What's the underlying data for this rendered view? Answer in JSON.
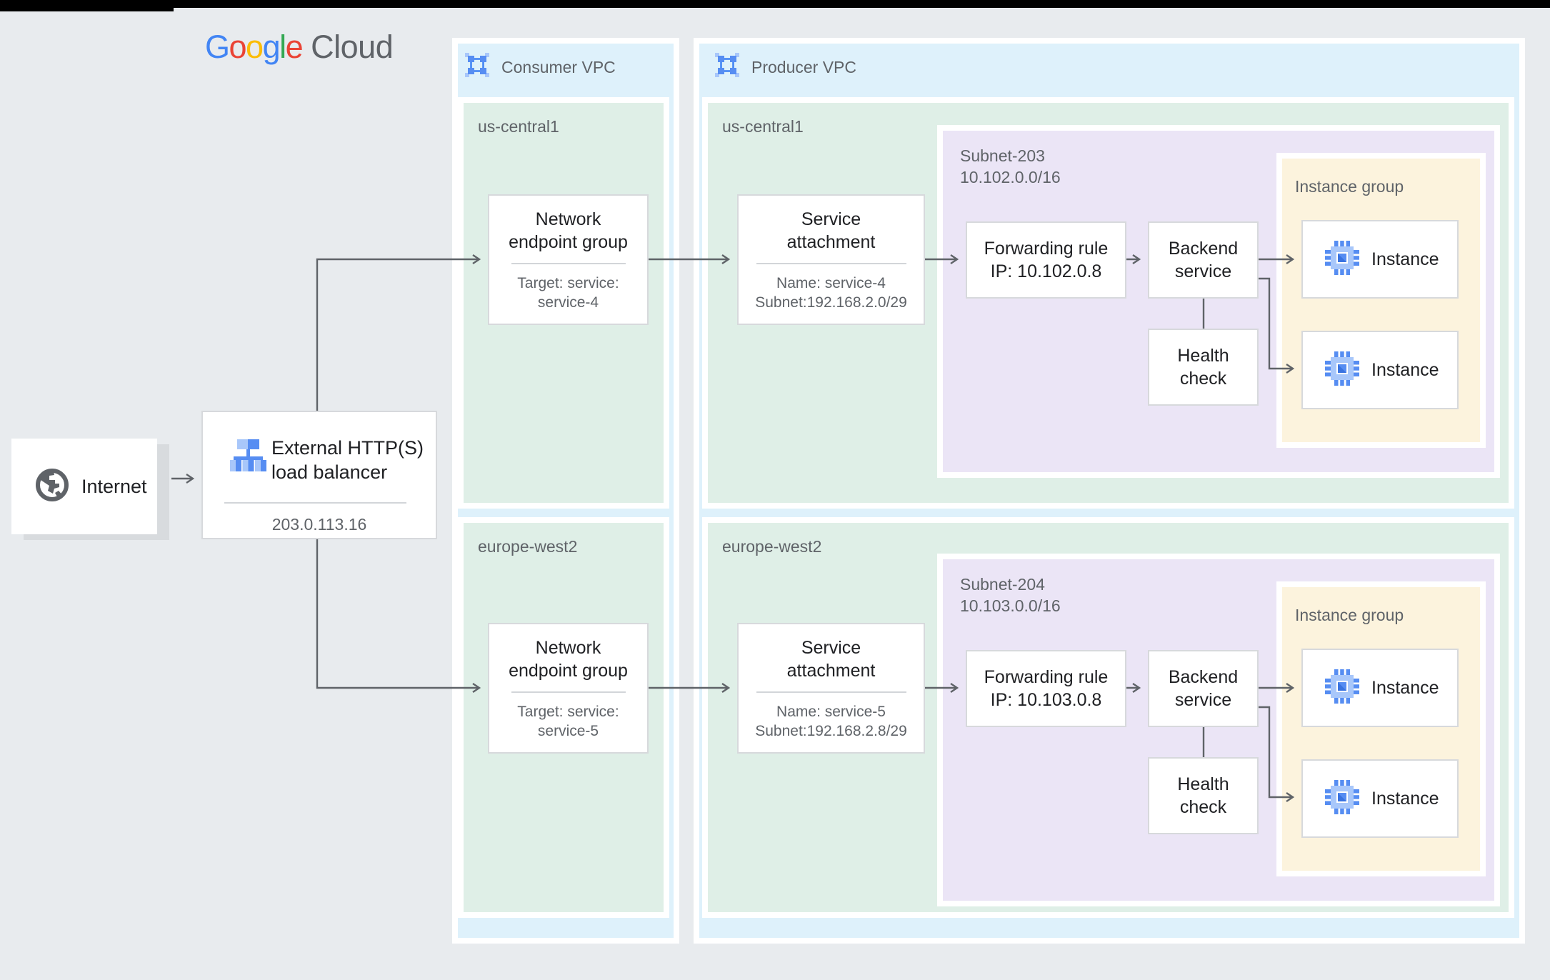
{
  "colors": {
    "background": "#e8ebee",
    "top_bar": "#000000",
    "vpc_fill": "#def1fb",
    "region_fill": "#dfefe7",
    "subnet_fill": "#ebe5f6",
    "instance_group_fill": "#fcf3dd",
    "card_border": "#d7d9dc",
    "connector": "#5f6368",
    "title_text": "#202124",
    "secondary_text": "#5f6368",
    "google_blue": "#4285f4",
    "google_red": "#ea4335",
    "google_yellow": "#fbbc05",
    "google_green": "#34a853",
    "icon_blue_light": "#a8c7fa",
    "icon_blue_medium": "#568df2"
  },
  "logo": {
    "letters": [
      {
        "ch": "G",
        "style": "color:#4285f4"
      },
      {
        "ch": "o",
        "style": "color:#ea4335"
      },
      {
        "ch": "o",
        "style": "color:#fbbc05"
      },
      {
        "ch": "g",
        "style": "color:#4285f4"
      },
      {
        "ch": "l",
        "style": "color:#34a853"
      },
      {
        "ch": "e",
        "style": "color:#ea4335"
      }
    ],
    "cloud": "Cloud"
  },
  "internet": {
    "label": "Internet"
  },
  "load_balancer": {
    "title_lines": [
      "External HTTP(S)",
      "load balancer"
    ],
    "ip": "203.0.113.16"
  },
  "consumer_vpc": {
    "label": "Consumer VPC",
    "regions": [
      {
        "name": "us-central1",
        "neg": {
          "title_lines": [
            "Network",
            "endpoint group"
          ],
          "detail_lines": [
            "Target: service:",
            "service-4"
          ]
        }
      },
      {
        "name": "europe-west2",
        "neg": {
          "title_lines": [
            "Network",
            "endpoint group"
          ],
          "detail_lines": [
            "Target: service:",
            "service-5"
          ]
        }
      }
    ]
  },
  "producer_vpc": {
    "label": "Producer VPC",
    "regions": [
      {
        "name": "us-central1",
        "service_attachment": {
          "title_lines": [
            "Service",
            "attachment"
          ],
          "detail_lines": [
            "Name: service-4",
            "Subnet:192.168.2.0/29"
          ]
        },
        "subnet": {
          "name": "Subnet-203",
          "cidr": "10.102.0.0/16",
          "forwarding_rule_lines": [
            "Forwarding rule",
            "IP: 10.102.0.8"
          ],
          "backend_service_lines": [
            "Backend",
            "service"
          ],
          "health_check_lines": [
            "Health",
            "check"
          ],
          "instance_group": {
            "label": "Instance group",
            "instances": [
              "Instance",
              "Instance"
            ]
          }
        }
      },
      {
        "name": "europe-west2",
        "service_attachment": {
          "title_lines": [
            "Service",
            "attachment"
          ],
          "detail_lines": [
            "Name: service-5",
            "Subnet:192.168.2.8/29"
          ]
        },
        "subnet": {
          "name": "Subnet-204",
          "cidr": "10.103.0.0/16",
          "forwarding_rule_lines": [
            "Forwarding rule",
            "IP: 10.103.0.8"
          ],
          "backend_service_lines": [
            "Backend",
            "service"
          ],
          "health_check_lines": [
            "Health",
            "check"
          ],
          "instance_group": {
            "label": "Instance group",
            "instances": [
              "Instance",
              "Instance"
            ]
          }
        }
      }
    ]
  }
}
